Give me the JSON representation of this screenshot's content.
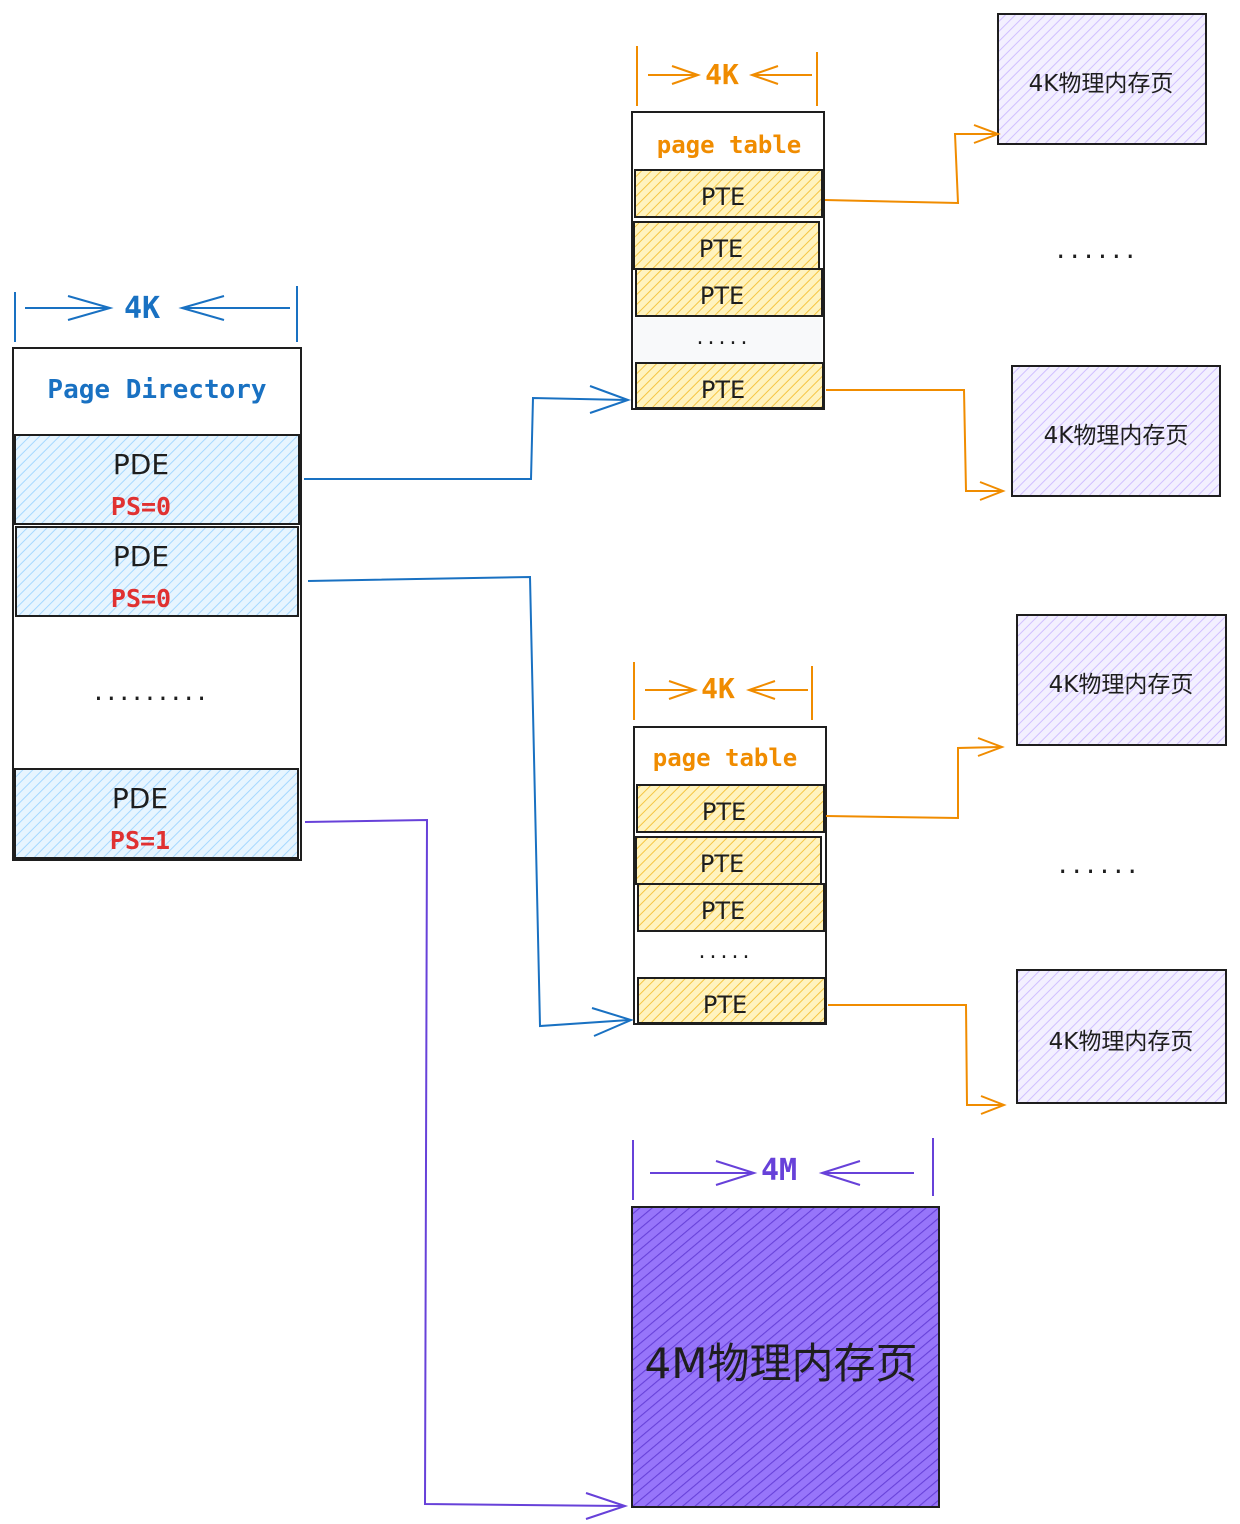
{
  "page_directory": {
    "width_label": "4K",
    "title": "Page Directory",
    "entries": [
      {
        "label": "PDE",
        "flag": "PS=0"
      },
      {
        "label": "PDE",
        "flag": "PS=0"
      },
      {
        "label": "PDE",
        "flag": "PS=1"
      }
    ],
    "ellipsis": "........."
  },
  "page_tables": [
    {
      "width_label": "4K",
      "title": "page table",
      "entries": [
        "PTE",
        "PTE",
        "PTE",
        "PTE"
      ],
      "ellipsis": "....."
    },
    {
      "width_label": "4K",
      "title": "page table",
      "entries": [
        "PTE",
        "PTE",
        "PTE",
        "PTE"
      ],
      "ellipsis": "....."
    }
  ],
  "physical_pages": [
    {
      "label": "4K物理内存页"
    },
    {
      "label": "4K物理内存页"
    },
    {
      "label": "4K物理内存页"
    },
    {
      "label": "4K物理内存页"
    }
  ],
  "page_ellipsis": [
    "......",
    "......"
  ],
  "large_page": {
    "width_label": "4M",
    "label": "4M物理内存页"
  },
  "colors": {
    "blue": "#1971c2",
    "orange": "#f08c00",
    "purple": "#6741d9",
    "red": "#e03131",
    "pde_fill": "#a5d8ff",
    "pte_fill": "#ffd43b",
    "page_fill": "#d0bfff",
    "large_fill": "#7950f2",
    "ink": "#1e1e1e"
  }
}
